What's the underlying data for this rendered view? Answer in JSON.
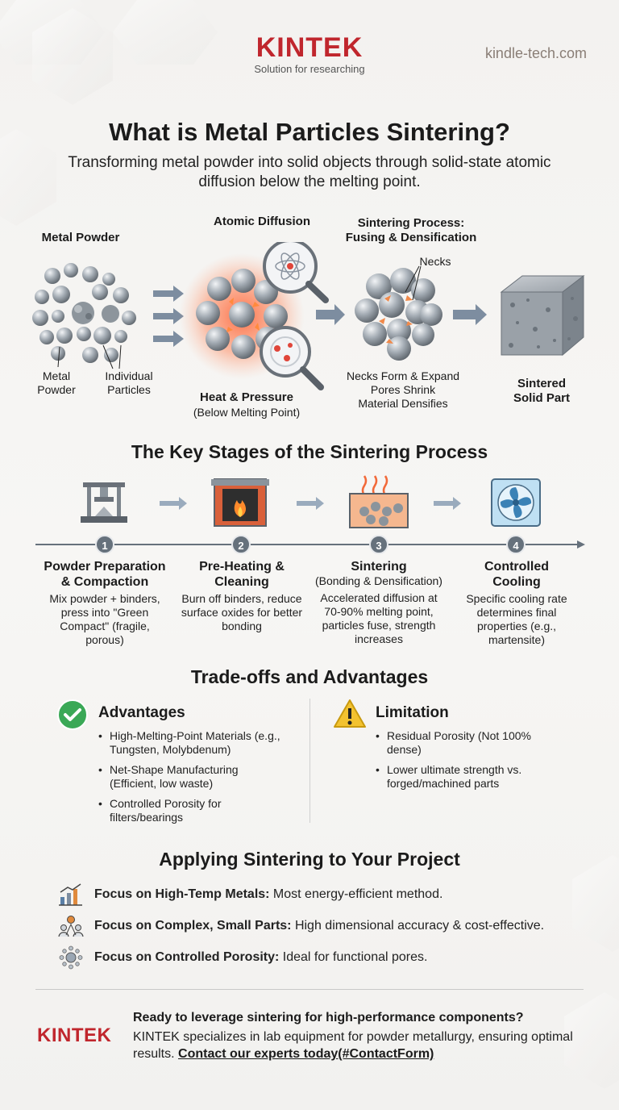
{
  "header": {
    "logo": "KINTEK",
    "tagline": "Solution for researching",
    "website": "kindle-tech.com"
  },
  "hero": {
    "title": "What is Metal Particles Sintering?",
    "subtitle": "Transforming metal powder into solid objects through solid-state atomic diffusion below the melting point."
  },
  "process": {
    "metal_powder_title": "Metal Powder",
    "metal_powder_label": "Metal Powder",
    "individual_particles_label": "Individual Particles",
    "atomic_diffusion_title": "Atomic Diffusion",
    "heat_pressure_title": "Heat & Pressure",
    "heat_pressure_sub": "(Below Melting Point)",
    "sintering_title_1": "Sintering Process:",
    "sintering_title_2": "Fusing & Densification",
    "necks_label": "Necks",
    "sintering_desc_1": "Necks Form & Expand",
    "sintering_desc_2": "Pores Shrink",
    "sintering_desc_3": "Material Densifies",
    "solid_part_1": "Sintered",
    "solid_part_2": "Solid Part"
  },
  "stages": {
    "title": "The Key Stages of the Sintering Process",
    "items": [
      {
        "number": "1",
        "title": "Powder Preparation & Compaction",
        "subtitle": "",
        "description": "Mix powder + binders, press into \"Green Compact\" (fragile, porous)",
        "icon": "press-icon"
      },
      {
        "number": "2",
        "title": "Pre-Heating & Cleaning",
        "subtitle": "",
        "description": "Burn off binders, reduce surface oxides for better bonding",
        "icon": "furnace-icon"
      },
      {
        "number": "3",
        "title": "Sintering",
        "subtitle": "(Bonding & Densification)",
        "description": "Accelerated diffusion at 70-90% melting point, particles fuse, strength increases",
        "icon": "heated-crucible-icon"
      },
      {
        "number": "4",
        "title": "Controlled Cooling",
        "subtitle": "",
        "description": "Specific cooling rate determines final properties (e.g., martensite)",
        "icon": "fan-icon"
      }
    ]
  },
  "tradeoffs": {
    "title": "Trade-offs and Advantages",
    "advantages_title": "Advantages",
    "advantages": [
      "High-Melting-Point Materials (e.g., Tungsten, Molybdenum)",
      "Net-Shape Manufacturing (Efficient, low waste)",
      "Controlled Porosity for filters/bearings"
    ],
    "limitation_title": "Limitation",
    "limitations": [
      "Residual Porosity (Not 100% dense)",
      "Lower ultimate strength vs. forged/machined parts"
    ]
  },
  "applying": {
    "title": "Applying Sintering to Your Project",
    "items": [
      {
        "bold": "Focus on High-Temp Metals:",
        "text": " Most energy-efficient method.",
        "icon": "bar-chart-icon"
      },
      {
        "bold": "Focus on Complex, Small Parts:",
        "text": " High dimensional accuracy & cost-effective.",
        "icon": "team-icon"
      },
      {
        "bold": "Focus on Controlled Porosity:",
        "text": " Ideal for functional pores.",
        "icon": "porous-particle-icon"
      }
    ]
  },
  "cta": {
    "logo": "KINTEK",
    "question": "Ready to leverage sintering for high-performance components?",
    "body": "KINTEK specializes in lab equipment for powder metallurgy, ensuring optimal results. ",
    "link": "Contact our experts today(#ContactForm)"
  },
  "colors": {
    "brand_red": "#c0262d",
    "success_green": "#3aa856",
    "warning_yellow": "#f3c230",
    "heat_orange": "#f26a3a"
  }
}
